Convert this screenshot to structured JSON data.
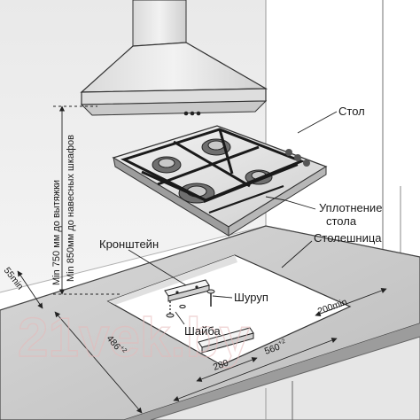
{
  "labels": {
    "table": "Стол",
    "seal": "Уплотнение",
    "seal_2": "стола",
    "countertop": "Столешница",
    "bracket": "Кронштейн",
    "screw": "Шуруп",
    "washer": "Шайба"
  },
  "dimensions": {
    "min_750": "Min 750 мм до вытяжки",
    "min_850": "Min 850мм до навесных шкафов",
    "min_55": "55min",
    "min_200": "200min",
    "d486": "486",
    "d486_tol": "+2",
    "d280": "280",
    "d560": "560",
    "d560_tol": "+2"
  },
  "watermark": "21vek.by"
}
